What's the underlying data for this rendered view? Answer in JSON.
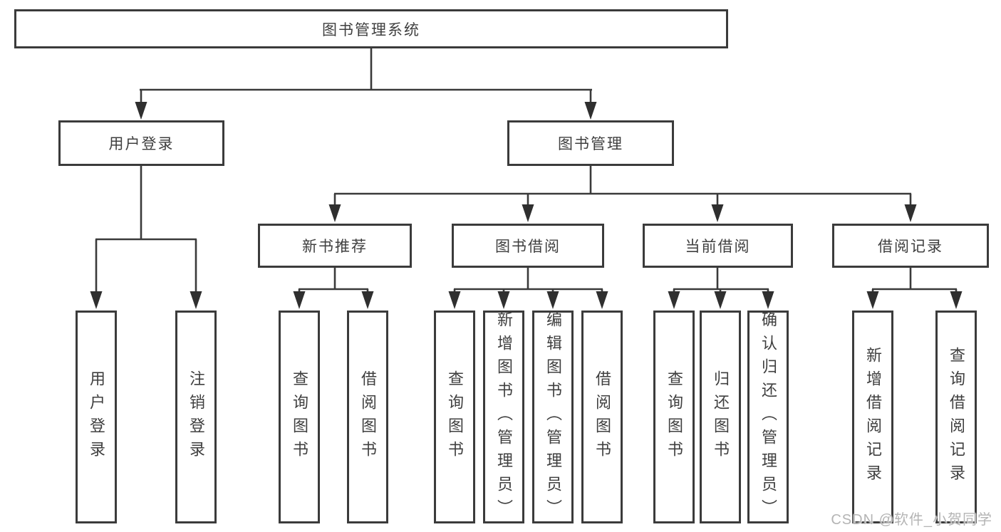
{
  "tree": {
    "label": "图书管理系统",
    "children": [
      {
        "label": "用户登录",
        "children": [
          {
            "label": "用户登录"
          },
          {
            "label": "注销登录"
          }
        ]
      },
      {
        "label": "图书管理",
        "children": [
          {
            "label": "新书推荐",
            "children": [
              {
                "label": "查询图书"
              },
              {
                "label": "借阅图书"
              }
            ]
          },
          {
            "label": "图书借阅",
            "children": [
              {
                "label": "查询图书"
              },
              {
                "label": "新增图书（管理员）"
              },
              {
                "label": "编辑图书（管理员）"
              },
              {
                "label": "借阅图书"
              }
            ]
          },
          {
            "label": "当前借阅",
            "children": [
              {
                "label": "查询图书"
              },
              {
                "label": "归还图书"
              },
              {
                "label": "确认归还（管理员）"
              }
            ]
          },
          {
            "label": "借阅记录",
            "children": [
              {
                "label": "新增借阅记录"
              },
              {
                "label": "查询借阅记录"
              }
            ]
          }
        ]
      }
    ]
  },
  "watermark": {
    "text": "CSDN @软件_小贺同学"
  },
  "colors": {
    "line": "#3a3a3a",
    "arrow": "#2f2f2f",
    "border": "#3b3b3b",
    "text": "#3f3f3f",
    "watermark": "#b4b4b4",
    "background": "#ffffff"
  }
}
